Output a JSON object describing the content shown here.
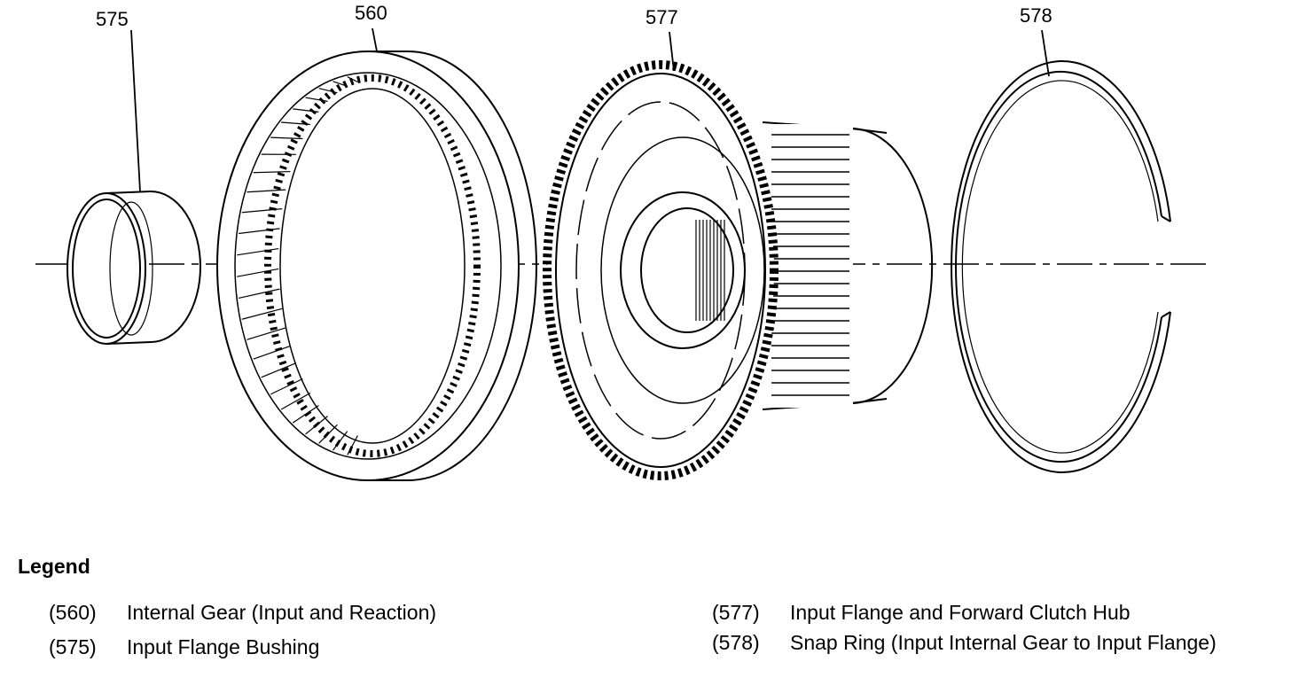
{
  "callouts": {
    "c575": "575",
    "c560": "560",
    "c577": "577",
    "c578": "578"
  },
  "legend": {
    "title": "Legend",
    "items": [
      {
        "num": "(560)",
        "text": "Internal Gear (Input and Reaction)"
      },
      {
        "num": "(575)",
        "text": "Input Flange Bushing"
      },
      {
        "num": "(577)",
        "text": "Input Flange and Forward Clutch Hub"
      },
      {
        "num": "(578)",
        "text": "Snap Ring (Input Internal Gear to Input Flange)"
      }
    ]
  },
  "colors": {
    "ink": "#000000",
    "background": "#ffffff"
  }
}
